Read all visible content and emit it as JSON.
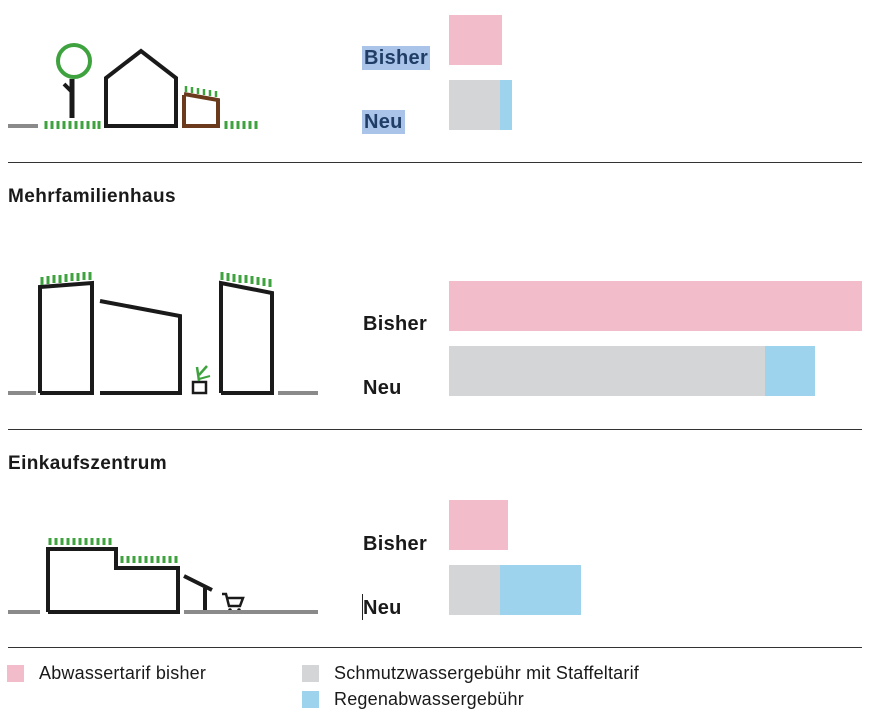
{
  "colors": {
    "bisher": "#f2bccb",
    "schmutz": "#d4d5d6",
    "regen": "#9ed3ee",
    "ink": "#1a1a1a",
    "tree": "#3ea23e",
    "grass": "#3ea23e",
    "ground": "#8a8a8a",
    "carport": "#6b3a1c"
  },
  "chart_data": [
    {
      "type": "bar",
      "title": "",
      "categories": [
        "Bisher",
        "Neu"
      ],
      "series": [
        {
          "name": "Abwassertarif bisher",
          "values": [
            53,
            0
          ]
        },
        {
          "name": "Schmutzwassergebühr mit Staffeltarif",
          "values": [
            0,
            51
          ]
        },
        {
          "name": "Regenabwassergebühr",
          "values": [
            0,
            12
          ]
        }
      ],
      "xlim": [
        0,
        413
      ]
    },
    {
      "type": "bar",
      "title": "Mehrfamilienhaus",
      "categories": [
        "Bisher",
        "Neu"
      ],
      "series": [
        {
          "name": "Abwassertarif bisher",
          "values": [
            413,
            0
          ]
        },
        {
          "name": "Schmutzwassergebühr mit Staffeltarif",
          "values": [
            0,
            316
          ]
        },
        {
          "name": "Regenabwassergebühr",
          "values": [
            0,
            50
          ]
        }
      ],
      "xlim": [
        0,
        413
      ]
    },
    {
      "type": "bar",
      "title": "Einkaufszentrum",
      "categories": [
        "Bisher",
        "Neu"
      ],
      "series": [
        {
          "name": "Abwassertarif bisher",
          "values": [
            59,
            0
          ]
        },
        {
          "name": "Schmutzwassergebühr mit Staffeltarif",
          "values": [
            0,
            51
          ]
        },
        {
          "name": "Regenabwassergebühr",
          "values": [
            0,
            81
          ]
        }
      ],
      "xlim": [
        0,
        413
      ]
    }
  ],
  "legend": [
    {
      "label": "Abwassertarif bisher",
      "color": "#f2bccb"
    },
    {
      "label": "Schmutzwassergebühr mit Staffeltarif",
      "color": "#d4d5d6"
    },
    {
      "label": "Regenabwassergebühr",
      "color": "#9ed3ee"
    }
  ],
  "icons": [
    "house-tree-icon",
    "apartment-buildings-icon",
    "shopping-center-icon"
  ]
}
